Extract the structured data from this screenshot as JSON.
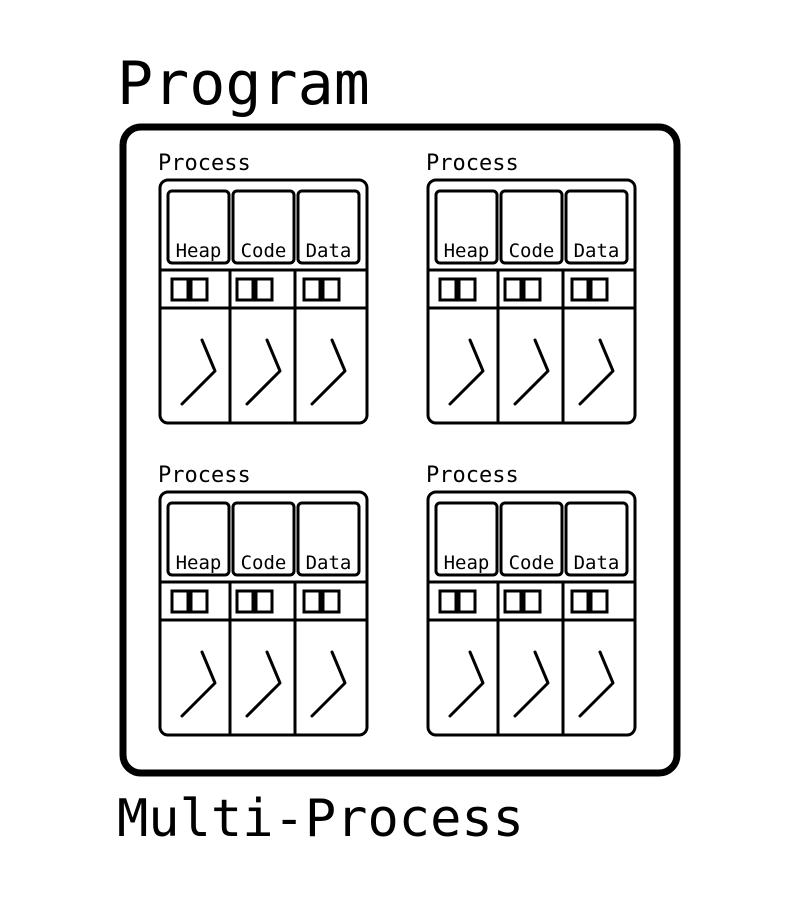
{
  "diagram": {
    "title": "Program",
    "caption": "Multi-Process",
    "processes": [
      {
        "label": "Process",
        "segments": [
          "Heap",
          "Code",
          "Data"
        ]
      },
      {
        "label": "Process",
        "segments": [
          "Heap",
          "Code",
          "Data"
        ]
      },
      {
        "label": "Process",
        "segments": [
          "Heap",
          "Code",
          "Data"
        ]
      },
      {
        "label": "Process",
        "segments": [
          "Heap",
          "Code",
          "Data"
        ]
      }
    ]
  },
  "icons": {
    "thread": "thread-icon",
    "register": "register-icon"
  },
  "colors": {
    "stroke": "#000000",
    "background": "#ffffff"
  }
}
